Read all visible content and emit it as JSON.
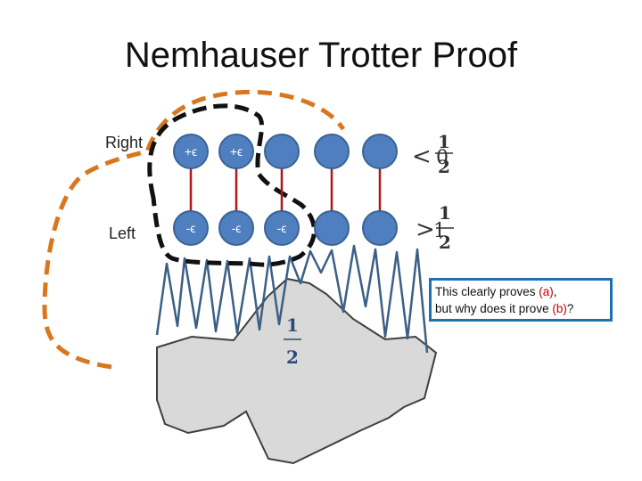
{
  "slide": {
    "title": "Nemhauser Trotter Proof",
    "row_labels": {
      "right": "Right",
      "left": "Left"
    },
    "top_nodes": [
      "+ϵ",
      "+ϵ",
      "",
      "",
      ""
    ],
    "bottom_nodes": [
      "-ϵ",
      "-ϵ",
      "-ϵ",
      "",
      ""
    ],
    "right_ineq": {
      "op": "<",
      "base": "0",
      "num": "1",
      "den": "2"
    },
    "left_ineq": {
      "op": ">",
      "base": "1",
      "num": "1",
      "den": "2"
    },
    "center_fraction": {
      "num": "1",
      "den": "2"
    },
    "callout": {
      "line1_pre": "This clearly proves ",
      "a": "(a)",
      "line1_post": ",",
      "line2_pre": "but why does it prove ",
      "b": "(b)",
      "line2_post": "?"
    },
    "colors": {
      "node_fill": "#4f7fbe",
      "node_stroke": "#3a6396",
      "edge_red": "#b01818",
      "black_dash": "#111111",
      "orange_dash": "#d8771f",
      "wave": "#3b5f86",
      "blob_fill": "#d9d9d9",
      "blob_stroke": "#3f3f3f",
      "callout_border": "#1f6fb5",
      "highlight_red": "#c00000"
    }
  }
}
